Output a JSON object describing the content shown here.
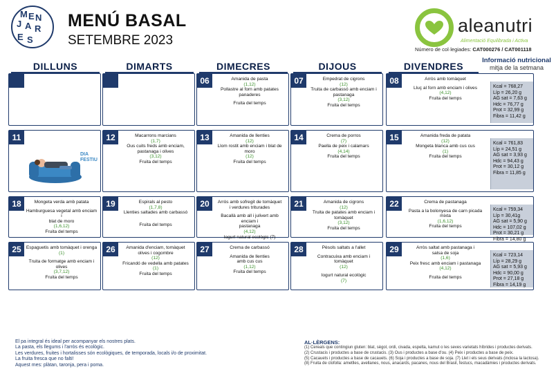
{
  "logo_letters": [
    "M",
    "E",
    "N",
    "J",
    "A",
    "R",
    "E",
    "S"
  ],
  "header": {
    "title": "MENÚ BASAL",
    "subtitle": "SETEMBRE 2023",
    "brand": "aleanutri",
    "brand_tagline": "Alimentació Equilibrada i Activa",
    "colleg_label": "Número de col·legiades:",
    "colleg_value": "CAT000276 / CAT001118",
    "info_title": "Informació nutricional",
    "info_sub": "mitja de la setmana"
  },
  "days_header": [
    "DILLUNS",
    "DIMARTS",
    "DIMECRES",
    "DIJOUS",
    "DIVENDRES"
  ],
  "colors": {
    "navy": "#1f3a6b",
    "allergen": "#3a8f2a",
    "info_bg": "#c8cfda",
    "brand": "#8ac43f"
  },
  "weeks": [
    {
      "days": [
        {
          "num": "",
          "lines": []
        },
        {
          "num": "",
          "lines": []
        },
        {
          "num": "06",
          "lines": [
            "Amanida de pasta",
            "@(1,12)",
            "Pollastre al forn amb patates",
            "panaderes",
            "",
            "Fruita del temps"
          ]
        },
        {
          "num": "07",
          "lines": [
            "Empedrat de cigrons",
            "@(12)",
            "Truita de carbassó amb enciam i",
            "pastanaga",
            "@(3,12)",
            "Fruita del temps"
          ]
        },
        {
          "num": "08",
          "lines": [
            "Arròs amb tomàquet",
            "",
            "Lluç al forn amb enciam i olives",
            "@(4,12)",
            "Fruita del temps"
          ]
        }
      ],
      "info": [
        "Kcal = 768,27",
        "Líp = 26,20 g",
        "AG sat = 7,63 g",
        "Hdc = 76,77 g",
        "Prot = 32,99 g",
        "Fibra = 11,42 g"
      ]
    },
    {
      "days": [
        {
          "num": "11",
          "lines": []
        },
        {
          "num": "12",
          "lines": [
            "Macarrons marcians",
            "@(1,7)",
            "Ous cuits freds amb enciam,",
            "pastanaga i olives",
            "@(3,12)",
            "Fruita del temps"
          ]
        },
        {
          "num": "13",
          "lines": [
            "Amanida de llenties",
            "@(12)",
            "Llom rostit amb enciam i blat de moro",
            "@(12)",
            "Fruita del temps"
          ]
        },
        {
          "num": "14",
          "lines": [
            "Crema de porros",
            "@(7)",
            "Paella de peix i calamars",
            "@(4,14)",
            "Fruita del temps"
          ]
        },
        {
          "num": "15",
          "lines": [
            "Amanida freda de patata",
            "@(12)",
            "Mongeta blanca amb cus cus",
            "@(1)",
            "Fruita del temps"
          ]
        }
      ],
      "info": [
        "Kcal = 761,83",
        "Líp = 24,51 g",
        "AG sat = 3,93 g",
        "Hdc = 94,43 g",
        "Prot = 30,12 g",
        "Fibra = 11,85 g"
      ]
    },
    {
      "days": [
        {
          "num": "18",
          "lines": [
            "Mongeta verda amb patata",
            "",
            "Hamburguesa vegetal amb enciam i",
            "blat de moro",
            "@(1,6,12)",
            "Fruita del temps"
          ]
        },
        {
          "num": "19",
          "lines": [
            "Espirals al pesto",
            "@(1,7,8)",
            "Llenties saltades amb carbassó",
            "",
            "",
            "Fruita del temps"
          ]
        },
        {
          "num": "20",
          "lines": [
            "Arròs amb sofregit de tomàquet",
            "i verdures triturades",
            "",
            "Bacallà amb all i julivert amb enciam i",
            "pastanaga",
            "@(4,12)",
            "Iogurt natural ecològic (7)"
          ]
        },
        {
          "num": "21",
          "lines": [
            "Amanida de cigrons",
            "@(12)",
            "Truita de patates amb enciam i",
            "tomàquet",
            "@(3,12)",
            "Fruita del temps"
          ]
        },
        {
          "num": "22",
          "lines": [
            "Crema de pastanaga",
            "",
            "Pasta a la bolonyesa de carn picada",
            "mixta",
            "@(1,6,12)",
            "Fruita del temps"
          ]
        }
      ],
      "info": [
        "Kcal = 759,34",
        "Líp = 30,41g",
        "AG sat = 5,90 g",
        "Hdc = 107,02 g",
        "Prot = 30,21 g",
        "Fibra = 14,80 g"
      ]
    },
    {
      "days": [
        {
          "num": "25",
          "lines": [
            "Espaguetis amb tomàquet i orenga",
            "@(1)",
            "",
            "Truita de formatge amb enciam i",
            "olives",
            "@(3,7,12)",
            "Fruita del temps"
          ]
        },
        {
          "num": "26",
          "lines": [
            "Amanida d'enciam, tomàquet",
            "olives i cogombre",
            "@(12)",
            "Fricandó de vedella amb patates",
            "@(1)",
            "Fruita del temps"
          ]
        },
        {
          "num": "27",
          "lines": [
            "Crema de carbassó",
            "",
            "Amanida de llenties",
            "amb cus cus",
            "@(1,12)",
            "Fruita del temps"
          ]
        },
        {
          "num": "28",
          "lines": [
            "Pèsols saltats a l'allet",
            "",
            "Contracuixa amb enciam i tomàquet",
            "@(12)",
            "",
            "Iogurt natural ecològic",
            "@(7)"
          ]
        },
        {
          "num": "29",
          "lines": [
            "Arròs saltat amb pastanaga i",
            "salsa de soja",
            "@(1,6)",
            "Peix fresc amb enciam i pastanaga",
            "@(4,12)",
            "",
            "Fruita del temps"
          ]
        }
      ],
      "info": [
        "Kcal = 723,14",
        "Líp = 28,29 g",
        "AG sat = 5,93 g",
        "Hdc = 90,00 g",
        "Prot = 27,18 g",
        "Fibra = 14,19 g"
      ]
    }
  ],
  "holiday_text": [
    "DIA",
    "FESTIU"
  ],
  "footer_left": [
    "El pa integral és ideal per acompanyar els nostres plats.",
    "La pasta, els llegums i l'arròs és ecològic.",
    "Les verdures, fruites i hortalisses són ecològiques, de temporada, locals i/o de proximitat.",
    "La fruita fresca que no falti!",
    "Aquest mes: plàtan, taronja, pera i poma."
  ],
  "allergens_title": "AL·LÈRGENS:",
  "allergens": [
    "(1) Cereals que contingiun gluten: blat, sègol, ordi, civada, espelta, kamut o les seves varietats híbrides i productes derivats.",
    "(2) Crustacis i productes a base de crustacis. (3) Ous i productes a base d'ou. (4) Peix i productes a base de peix.",
    "(5) Cacauets i productes a base de cacauets. (6) Soja i productes a base de soja. (7) Llet i els seus derivats (inclosa la lactosa).",
    "(8) Fruita de clofolla: ametlles, avellanes, nous, anacards, pacanes, nous del Brasil, festucs, macadàmies i productes derivats."
  ]
}
